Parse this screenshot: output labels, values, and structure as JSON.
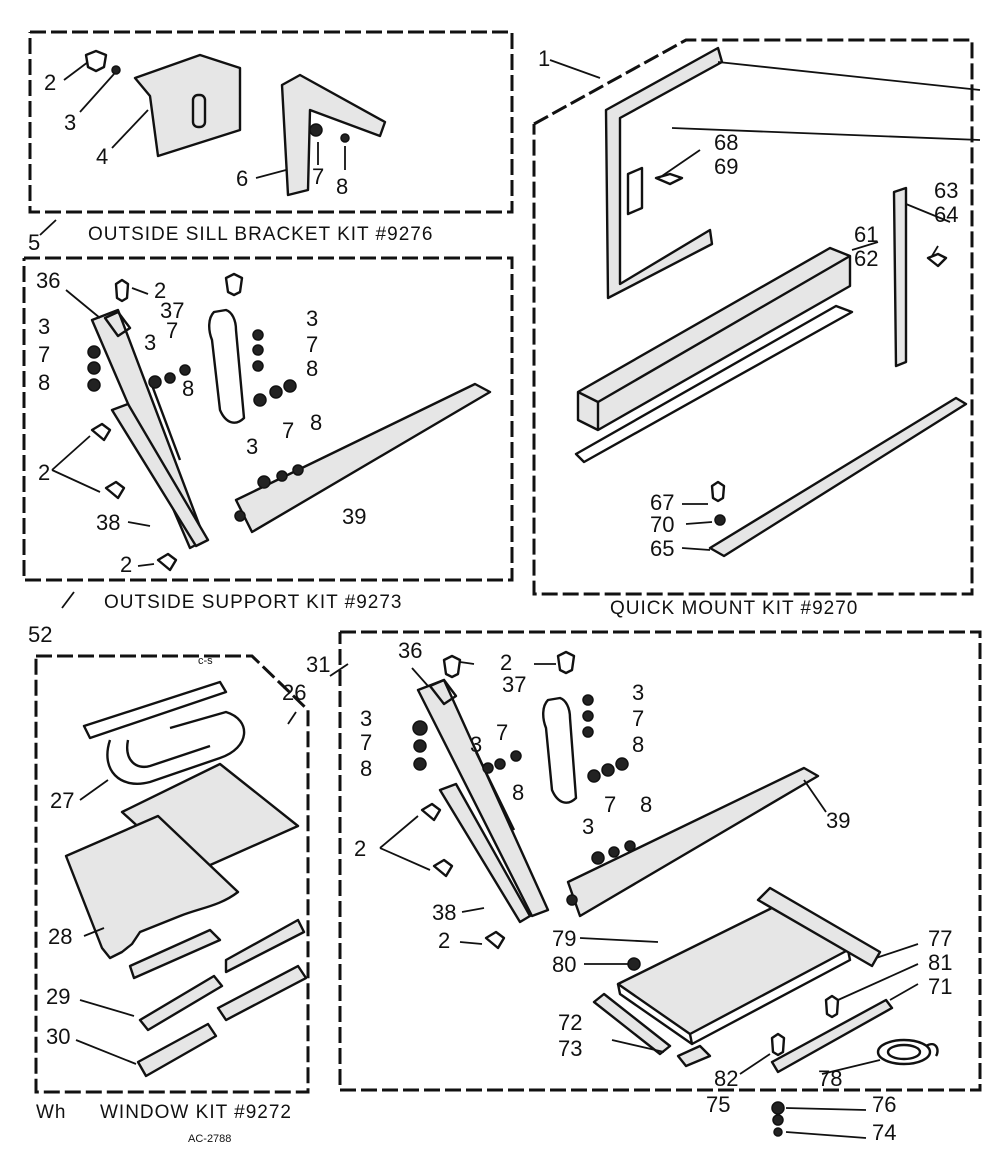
{
  "kits": {
    "outside_sill_bracket": "OUTSIDE SILL BRACKET KIT #9276",
    "outside_support": "OUTSIDE SUPPORT KIT #9273",
    "quick_mount": "QUICK MOUNT KIT #9270",
    "window": "WINDOW KIT #9272",
    "window_prefix": "Wh"
  },
  "codes": {
    "small_cs": "c-s",
    "drawing_no": "AC-2788"
  },
  "parts": {
    "p1": "1",
    "p2": "2",
    "p3": "3",
    "p4": "4",
    "p5": "5",
    "p6": "6",
    "p7": "7",
    "p8": "8",
    "p26": "26",
    "p27": "27",
    "p28": "28",
    "p29": "29",
    "p30": "30",
    "p31": "31",
    "p36": "36",
    "p37": "37",
    "p38": "38",
    "p39": "39",
    "p52": "52",
    "p61": "61",
    "p62": "62",
    "p63": "63",
    "p64": "64",
    "p65": "65",
    "p67": "67",
    "p68": "68",
    "p69": "69",
    "p70": "70",
    "p71": "71",
    "p72": "72",
    "p73": "73",
    "p74": "74",
    "p75": "75",
    "p76": "76",
    "p77": "77",
    "p78": "78",
    "p79": "79",
    "p80": "80",
    "p81": "81",
    "p82": "82"
  }
}
